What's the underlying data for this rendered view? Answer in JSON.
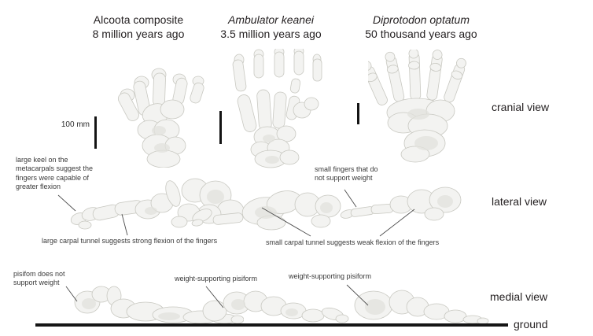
{
  "figure": {
    "columns": [
      {
        "name": "Alcoota composite",
        "age": "8 million years ago"
      },
      {
        "name": "Ambulator keanei",
        "age": "3.5 million years ago"
      },
      {
        "name": "Diprotodon optatum",
        "age": "50 thousand years ago"
      }
    ],
    "views": {
      "cranial": "cranial view",
      "lateral": "lateral view",
      "medial": "medial view"
    },
    "ground_label": "ground",
    "scale_bar_label": "100 mm",
    "annotations": {
      "large_keel": "large keel on the\nmetacarpals suggest the\nfingers were capable of\ngreater flexion",
      "large_carpal_tunnel": "large carpal tunnel suggests strong flexion of the fingers",
      "small_fingers": "small fingers that do\nnot support weight",
      "small_carpal_tunnel": "small carpal tunnel suggests weak flexion of the fingers",
      "pisiform_not_supporting": "pisifom does not\nsupport weight",
      "pisiform_supporting_ambulator": "weight-supporting pisiform",
      "pisiform_supporting_diprotodon": "weight-supporting pisiform"
    },
    "colors": {
      "background": "#ffffff",
      "text": "#231f20",
      "annotation_text": "#3a3a3a",
      "leader_line": "#4d4d4d",
      "bone_fill": "#f3f3f1",
      "bone_shade": "#e1e1dc",
      "bone_outline": "#c8c8c1",
      "ground_line": "#151515"
    }
  }
}
